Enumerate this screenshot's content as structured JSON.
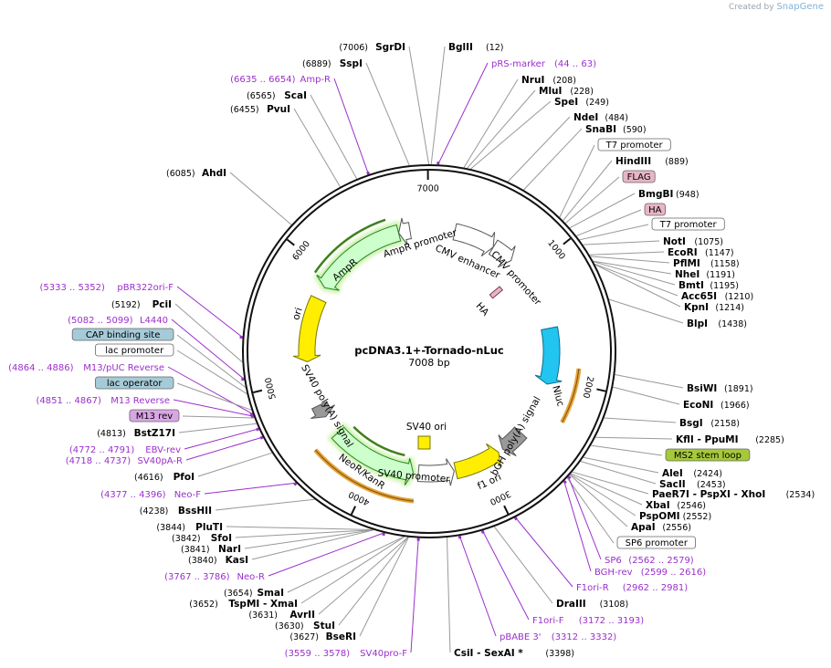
{
  "credit": {
    "created_by": "Created by",
    "brand": "SnapGene"
  },
  "map": {
    "name": "pcDNA3.1+-Tornado-nLuc",
    "length": "7008 bp",
    "ticks": [
      {
        "pos": 1000,
        "label": "1000"
      },
      {
        "pos": 2000,
        "label": "2000"
      },
      {
        "pos": 3000,
        "label": "3000"
      },
      {
        "pos": 4000,
        "label": "4000"
      },
      {
        "pos": 5000,
        "label": "5000"
      },
      {
        "pos": 6000,
        "label": "6000"
      },
      {
        "pos": 7000,
        "label": "7000"
      }
    ]
  },
  "features": [
    {
      "name": "AmpR",
      "color": "#ccffcc",
      "stroke": "#228822",
      "start": 5866,
      "end": 6726,
      "dir": -1,
      "glow": true
    },
    {
      "name": "AmpR promoter",
      "color": "#ffffff",
      "stroke": "#555555",
      "start": 6727,
      "end": 6832,
      "dir": -1
    },
    {
      "name": "CMV enhancer",
      "color": "#ffffff",
      "stroke": "#555555",
      "start": 235,
      "end": 614,
      "dir": 1
    },
    {
      "name": "CMV promoter",
      "color": "#ffffff",
      "stroke": "#555555",
      "start": 615,
      "end": 818,
      "dir": 1
    },
    {
      "name": "ori",
      "color": "#ffee00",
      "stroke": "#777700",
      "start": 5161,
      "end": 5749,
      "dir": -1
    },
    {
      "name": "Nluc",
      "color": "#22c4f0",
      "stroke": "#0a6f90",
      "start": 1540,
      "end": 2055,
      "dir": 1
    },
    {
      "name": "bGH poly(A) signal",
      "color": "#999999",
      "stroke": "#555555",
      "start": 2562,
      "end": 2786,
      "dir": 1
    },
    {
      "name": "f1 ori",
      "color": "#ffee00",
      "stroke": "#777700",
      "start": 2832,
      "end": 3260,
      "dir": -1
    },
    {
      "name": "SV40 promoter",
      "color": "#ffffff",
      "stroke": "#555555",
      "start": 3274,
      "end": 3603,
      "dir": -1
    },
    {
      "name": "NeoR/KanR",
      "color": "#ccffcc",
      "stroke": "#228822",
      "start": 3650,
      "end": 4444,
      "dir": -1,
      "glow": true
    },
    {
      "name": "SV40 poly(A) signal",
      "color": "#999999",
      "stroke": "#555555",
      "start": 4626,
      "end": 4747,
      "dir": -1
    }
  ],
  "inner_labels": [
    {
      "text": "AmpR promoter"
    },
    {
      "text": "CMV enhancer"
    },
    {
      "text": "CMV promoter"
    },
    {
      "text": "AmpR"
    },
    {
      "text": "ori"
    },
    {
      "text": "HA"
    },
    {
      "text": "Nluc"
    },
    {
      "text": "bGH poly(A) signal"
    },
    {
      "text": "SV40 ori"
    },
    {
      "text": "f1 ori"
    },
    {
      "text": "SV40 promoter"
    },
    {
      "text": "NeoR/KanR"
    },
    {
      "text": "SV40 poly(A) signal"
    }
  ],
  "labels_left": [
    {
      "pos": "(7006)",
      "name": "SgrDI",
      "type": "enzyme",
      "site": 7006
    },
    {
      "pos": "(6889)",
      "name": "SspI",
      "type": "enzyme",
      "site": 6889
    },
    {
      "pos": "(6635 .. 6654)",
      "name": "Amp-R",
      "type": "primer",
      "site": 6640
    },
    {
      "pos": "(6565)",
      "name": "ScaI",
      "type": "enzyme",
      "site": 6565
    },
    {
      "pos": "(6455)",
      "name": "PvuI",
      "type": "enzyme",
      "site": 6455
    },
    {
      "pos": "(6085)",
      "name": "AhdI",
      "type": "enzyme",
      "site": 6085
    },
    {
      "pos": "(5333 .. 5352)",
      "name": "pBR322ori-F",
      "type": "primer",
      "site": 5340
    },
    {
      "pos": "(5192)",
      "name": "PciI",
      "type": "enzyme",
      "site": 5192
    },
    {
      "pos": "(5082 .. 5099)",
      "name": "L4440",
      "type": "primer",
      "site": 5090
    },
    {
      "pos": "",
      "name": "CAP binding site",
      "type": "box",
      "color": "#a6cbd8",
      "site": 5040
    },
    {
      "pos": "",
      "name": "lac promoter",
      "type": "box",
      "color": "#ffffff",
      "site": 5000
    },
    {
      "pos": "(4864 .. 4886)",
      "name": "M13/pUC Reverse",
      "type": "primer",
      "site": 4875
    },
    {
      "pos": "",
      "name": "lac operator",
      "type": "box",
      "color": "#a6cbd8",
      "site": 4900
    },
    {
      "pos": "(4851 .. 4867)",
      "name": "M13 Reverse",
      "type": "primer",
      "site": 4860
    },
    {
      "pos": "",
      "name": "M13 rev",
      "type": "box",
      "color": "#d9a6e5",
      "site": 4850
    },
    {
      "pos": "(4813)",
      "name": "BstZ17I",
      "type": "enzyme",
      "site": 4813
    },
    {
      "pos": "(4772 .. 4791)",
      "name": "EBV-rev",
      "type": "primer",
      "site": 4780
    },
    {
      "pos": "(4718 .. 4737)",
      "name": "SV40pA-R",
      "type": "primer",
      "site": 4725
    },
    {
      "pos": "(4616)",
      "name": "PfoI",
      "type": "enzyme",
      "site": 4616
    },
    {
      "pos": "(4377 .. 4396)",
      "name": "Neo-F",
      "type": "primer",
      "site": 4385
    },
    {
      "pos": "(4238)",
      "name": "BssHII",
      "type": "enzyme",
      "site": 4238
    },
    {
      "pos": "(3844)",
      "name": "PluTI",
      "type": "enzyme",
      "site": 3844
    },
    {
      "pos": "(3842)",
      "name": "SfoI",
      "type": "enzyme",
      "site": 3842
    },
    {
      "pos": "(3841)",
      "name": "NarI",
      "type": "enzyme",
      "site": 3841
    },
    {
      "pos": "(3840)",
      "name": "KasI",
      "type": "enzyme",
      "site": 3840
    },
    {
      "pos": "(3767 .. 3786)",
      "name": "Neo-R",
      "type": "primer",
      "site": 3776
    },
    {
      "pos": "(3654)",
      "name": "SmaI",
      "type": "enzyme",
      "site": 3654
    },
    {
      "pos": "(3652)",
      "name": "TspMI - XmaI",
      "type": "enzyme",
      "site": 3652
    },
    {
      "pos": "(3631)",
      "name": "AvrII",
      "type": "enzyme",
      "site": 3631
    },
    {
      "pos": "(3630)",
      "name": "StuI",
      "type": "enzyme",
      "site": 3630
    },
    {
      "pos": "(3627)",
      "name": "BseRI",
      "type": "enzyme",
      "site": 3627
    },
    {
      "pos": "(3559 .. 3578)",
      "name": "SV40pro-F",
      "type": "primer",
      "site": 3568
    }
  ],
  "labels_right": [
    {
      "name": "BglII",
      "pos": "(12)",
      "type": "enzyme",
      "site": 12
    },
    {
      "name": "pRS-marker",
      "pos": "(44 .. 63)",
      "type": "primer",
      "site": 53
    },
    {
      "name": "NruI",
      "pos": "(208)",
      "type": "enzyme",
      "site": 208
    },
    {
      "name": "MluI",
      "pos": "(228)",
      "type": "enzyme",
      "site": 228
    },
    {
      "name": "SpeI",
      "pos": "(249)",
      "type": "enzyme",
      "site": 249
    },
    {
      "name": "NdeI",
      "pos": "(484)",
      "type": "enzyme",
      "site": 484
    },
    {
      "name": "SnaBI",
      "pos": "(590)",
      "type": "enzyme",
      "site": 590
    },
    {
      "name": "T7 promoter",
      "pos": "",
      "type": "box",
      "color": "#ffffff",
      "site": 860
    },
    {
      "name": "HindIII",
      "pos": "(889)",
      "type": "enzyme",
      "site": 889
    },
    {
      "name": "FLAG",
      "pos": "",
      "type": "box",
      "color": "#e8b4c8",
      "site": 910
    },
    {
      "name": "BmgBI",
      "pos": "(948)",
      "type": "enzyme",
      "site": 948
    },
    {
      "name": "HA",
      "pos": "",
      "type": "box",
      "color": "#e8b4c8",
      "site": 1010
    },
    {
      "name": "T7 promoter",
      "pos": "",
      "type": "box",
      "color": "#ffffff",
      "site": 1040
    },
    {
      "name": "NotI",
      "pos": "(1075)",
      "type": "enzyme",
      "site": 1075
    },
    {
      "name": "EcoRI",
      "pos": "(1147)",
      "type": "enzyme",
      "site": 1147
    },
    {
      "name": "PflMI",
      "pos": "(1158)",
      "type": "enzyme",
      "site": 1158
    },
    {
      "name": "NheI",
      "pos": "(1191)",
      "type": "enzyme",
      "site": 1191
    },
    {
      "name": "BmtI",
      "pos": "(1195)",
      "type": "enzyme",
      "site": 1195
    },
    {
      "name": "Acc65I",
      "pos": "(1210)",
      "type": "enzyme",
      "site": 1210
    },
    {
      "name": "KpnI",
      "pos": "(1214)",
      "type": "enzyme",
      "site": 1214
    },
    {
      "name": "BlpI",
      "pos": "(1438)",
      "type": "enzyme",
      "site": 1438
    },
    {
      "name": "BsiWI",
      "pos": "(1891)",
      "type": "enzyme",
      "site": 1891
    },
    {
      "name": "EcoNI",
      "pos": "(1966)",
      "type": "enzyme",
      "site": 1966
    },
    {
      "name": "BsgI",
      "pos": "(2158)",
      "type": "enzyme",
      "site": 2158
    },
    {
      "name": "KflI - PpuMI",
      "pos": "(2285)",
      "type": "enzyme",
      "site": 2285
    },
    {
      "name": "MS2 stem loop",
      "pos": "",
      "type": "box",
      "color": "#a5c93a",
      "site": 2340
    },
    {
      "name": "AleI",
      "pos": "(2424)",
      "type": "enzyme",
      "site": 2424
    },
    {
      "name": "SacII",
      "pos": "(2453)",
      "type": "enzyme",
      "site": 2453
    },
    {
      "name": "PaeR7I - PspXI - XhoI",
      "pos": "(2534)",
      "type": "enzyme",
      "site": 2534
    },
    {
      "name": "XbaI",
      "pos": "(2546)",
      "type": "enzyme",
      "site": 2546
    },
    {
      "name": "PspOMI",
      "pos": "(2552)",
      "type": "enzyme",
      "site": 2552
    },
    {
      "name": "ApaI",
      "pos": "(2556)",
      "type": "enzyme",
      "site": 2556
    },
    {
      "name": "SP6 promoter",
      "pos": "",
      "type": "box",
      "color": "#ffffff",
      "site": 2580
    },
    {
      "name": "SP6",
      "pos": "(2562 .. 2579)",
      "type": "primer",
      "site": 2570
    },
    {
      "name": "BGH-rev",
      "pos": "(2599 .. 2616)",
      "type": "primer",
      "site": 2607
    },
    {
      "name": "F1ori-R",
      "pos": "(2962 .. 2981)",
      "type": "primer",
      "site": 2971
    },
    {
      "name": "DraIII",
      "pos": "(3108)",
      "type": "enzyme",
      "site": 3108
    },
    {
      "name": "F1ori-F",
      "pos": "(3172 .. 3193)",
      "type": "primer",
      "site": 3182
    },
    {
      "name": "pBABE 3'",
      "pos": "(3312 .. 3332)",
      "type": "primer",
      "site": 3322
    },
    {
      "name": "CsiI - SexAI *",
      "pos": "(3398)",
      "type": "enzyme",
      "site": 3398
    }
  ]
}
